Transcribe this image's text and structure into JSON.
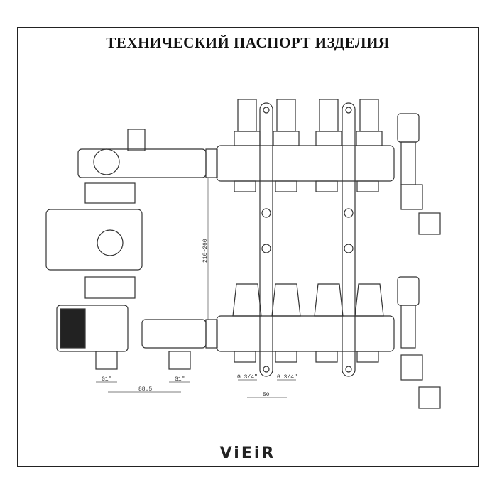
{
  "header": {
    "title": "ТЕХНИЧЕСКИЙ ПАСПОРТ ИЗДЕЛИЯ"
  },
  "drawing": {
    "dimensions": {
      "height_range": "210~260",
      "pump_inlet_thread": "G1\"",
      "pump_outlet_thread": "G1\"",
      "pump_connection_spacing": "88.5",
      "outlet_thread_left": "G 3/4\"",
      "outlet_thread_right": "G 3/4\"",
      "outlet_spacing": "50"
    }
  },
  "footer": {
    "logo": "ViEiR"
  }
}
